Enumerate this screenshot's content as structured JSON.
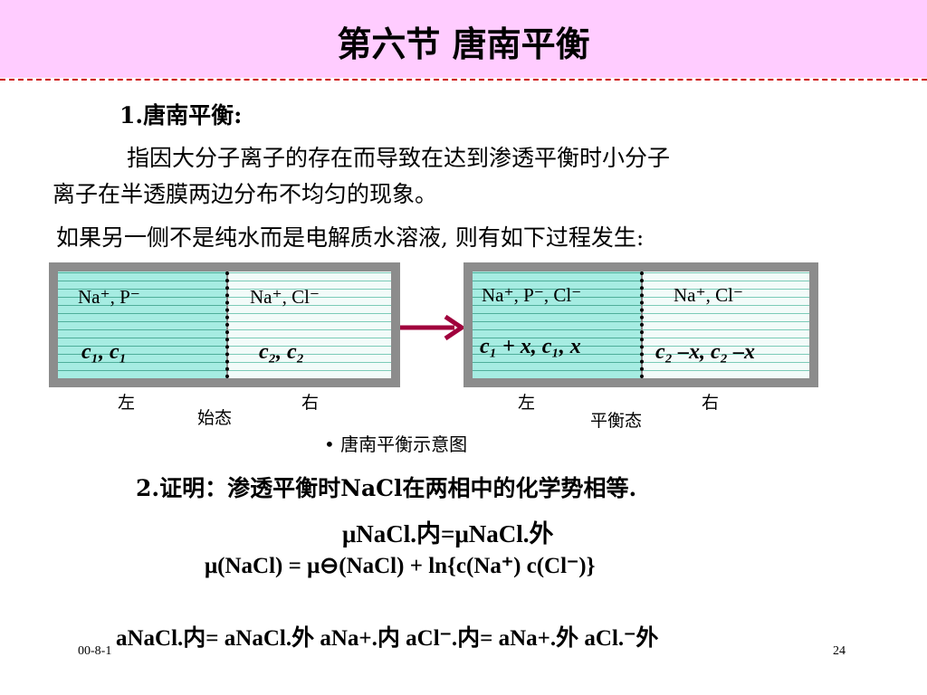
{
  "slide": {
    "title": "第六节 唐南平衡",
    "section1_heading": "1.唐南平衡:",
    "definition_line1": "指因大分子离子的存在而导致在达到渗透平衡时小分子",
    "definition_line2": "离子在半透膜两边分布不均匀的现象。",
    "condition": "如果另一侧不是纯水而是电解质水溶液, 则有如下过程发生:",
    "caption": "• 唐南平衡示意图",
    "section2": "2.证明：渗透平衡时NaCl在两相中的化学势相等.",
    "footer_date": "00-8-1",
    "page_number": "24"
  },
  "diagram": {
    "initial": {
      "left_ions": "Na⁺,     P⁻",
      "left_conc": "c₁,     c₁",
      "right_ions": "Na⁺,   Cl⁻",
      "right_conc": "c₂,     c₂",
      "label_left": "左",
      "label_state": "始态",
      "label_right": "右"
    },
    "equilibrium": {
      "left_ions": "Na⁺, P⁻, Cl⁻",
      "left_conc": "c₁ + x, c₁,  x",
      "right_ions": "Na⁺,   Cl⁻",
      "right_conc": "c₂ –x, c₂ –x",
      "label_left": "左",
      "label_state": "平衡态",
      "label_right": "右"
    },
    "colors": {
      "arrow": "#a0003c",
      "frame": "#8c8c8c",
      "fill": "#a6ece2",
      "header": "#ffccff",
      "divider": "#cc0000"
    }
  },
  "equations": {
    "eq1": "μNaCl.内=μNaCl.外",
    "eq2": "μ(NaCl) = μ⊖(NaCl) + ln{c(Na⁺) c(Cl⁻)}",
    "eq3": "aNaCl.内= aNaCl.外      aNa+.内  aCl⁻.内= aNa+.外 aCl.⁻外"
  }
}
